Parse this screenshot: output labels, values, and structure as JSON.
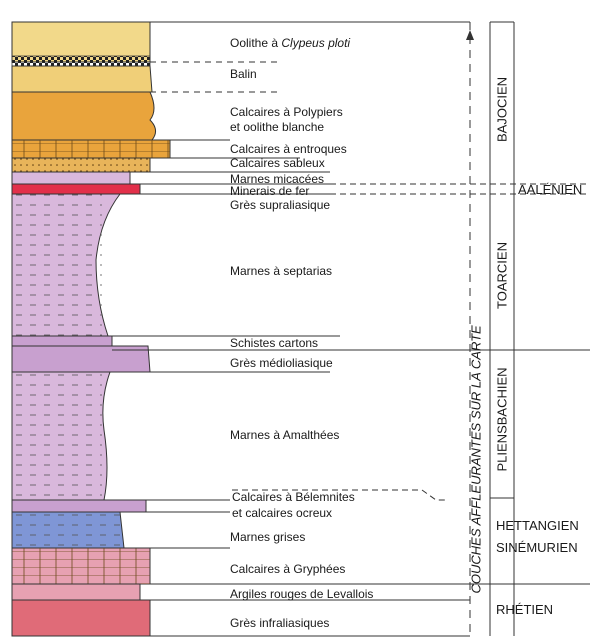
{
  "layers": [
    {
      "id": "oolithe",
      "label_pre": "Oolithe à ",
      "label_italic": "Clypeus ploti"
    },
    {
      "id": "balin",
      "label": "Balin"
    },
    {
      "id": "polypiers",
      "label_line1": "Calcaires à Polypiers",
      "label_line2": "et oolithe blanche"
    },
    {
      "id": "entroques",
      "label": "Calcaires à entroques"
    },
    {
      "id": "sableux",
      "label": "Calcaires sableux"
    },
    {
      "id": "micacees",
      "label": "Marnes micacées"
    },
    {
      "id": "fer",
      "label": "Minerais de fer"
    },
    {
      "id": "supraliasique",
      "label": "Grès supraliasique"
    },
    {
      "id": "septarias",
      "label": "Marnes à septarias"
    },
    {
      "id": "cartons",
      "label": "Schistes cartons"
    },
    {
      "id": "medioliasique",
      "label": "Grès médioliasique"
    },
    {
      "id": "amalthees",
      "label": "Marnes à Amalthées"
    },
    {
      "id": "belemnites",
      "label_line1": "Calcaires à Bélemnites",
      "label_line2": "et calcaires ocreux"
    },
    {
      "id": "grises",
      "label": "Marnes grises"
    },
    {
      "id": "gryphees",
      "label": "Calcaires à Gryphées"
    },
    {
      "id": "argiles",
      "label": "Argiles rouges de Levallois"
    },
    {
      "id": "infraliasiques",
      "label": "Grès infraliasiques"
    }
  ],
  "vertical_label": "COUCHES AFFLEURANTES SUR LA CARTE",
  "stages": {
    "bajocien": "BAJOCIEN",
    "aalenien": "AALÉNIEN",
    "toarcien": "TOARCIEN",
    "pliensbachien": "PLIENSBACHIEN",
    "hettangien": "HETTANGIEN",
    "sinemurien": "SINÉMURIEN",
    "rhetien": "RHÉTIEN"
  },
  "colors": {
    "oolithe": "#f2d98a",
    "balin": "#f0cf78",
    "polypiers": "#e9a43c",
    "sableux": "#e8b45a",
    "fer": "#e2304a",
    "mauve": "#d9b8dc",
    "mauve_dark": "#c8a0cf",
    "blue": "#7f96d6",
    "pink": "#e7a1b2",
    "red_base": "#e06b78"
  }
}
